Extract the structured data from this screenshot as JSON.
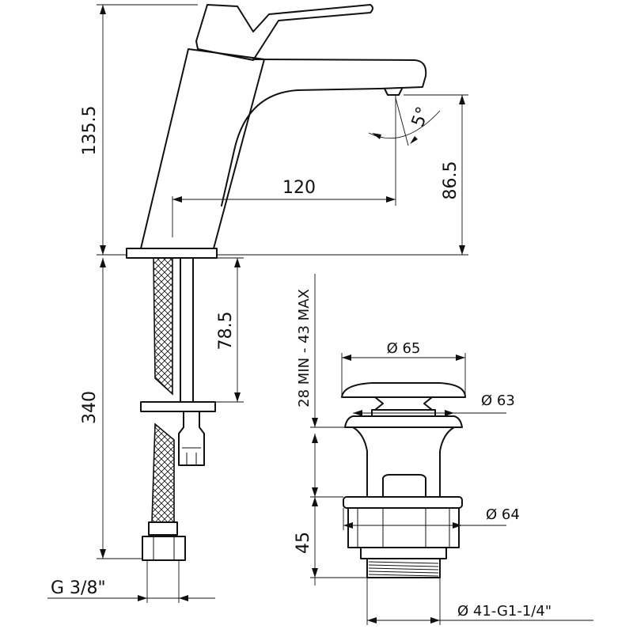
{
  "faucet": {
    "height_total": "135.5",
    "spout_reach": "120",
    "spout_height": "86.5",
    "spout_angle": "5°",
    "hose_length": "340",
    "shank_length": "78.5",
    "thread": "G 3/8\""
  },
  "drain": {
    "cap_diameter": "Ø 65",
    "seat_diameter": "Ø 63",
    "flange_diameter": "Ø 64",
    "body_height": "45",
    "thickness_range": "28 MIN - 43 MAX",
    "thread": "Ø 41-G1-1/4\""
  }
}
